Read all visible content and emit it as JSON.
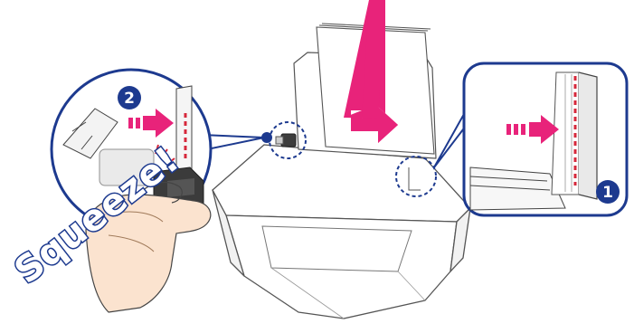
{
  "callouts": [
    {
      "number": "1"
    },
    {
      "number": "2"
    }
  ],
  "instruction_word": "Squeeze!",
  "colors": {
    "accent_magenta": "#e8237a",
    "outline_navy": "#1d3a8f",
    "guide_red_dashes": "#d6283b",
    "line_gray": "#666666"
  }
}
